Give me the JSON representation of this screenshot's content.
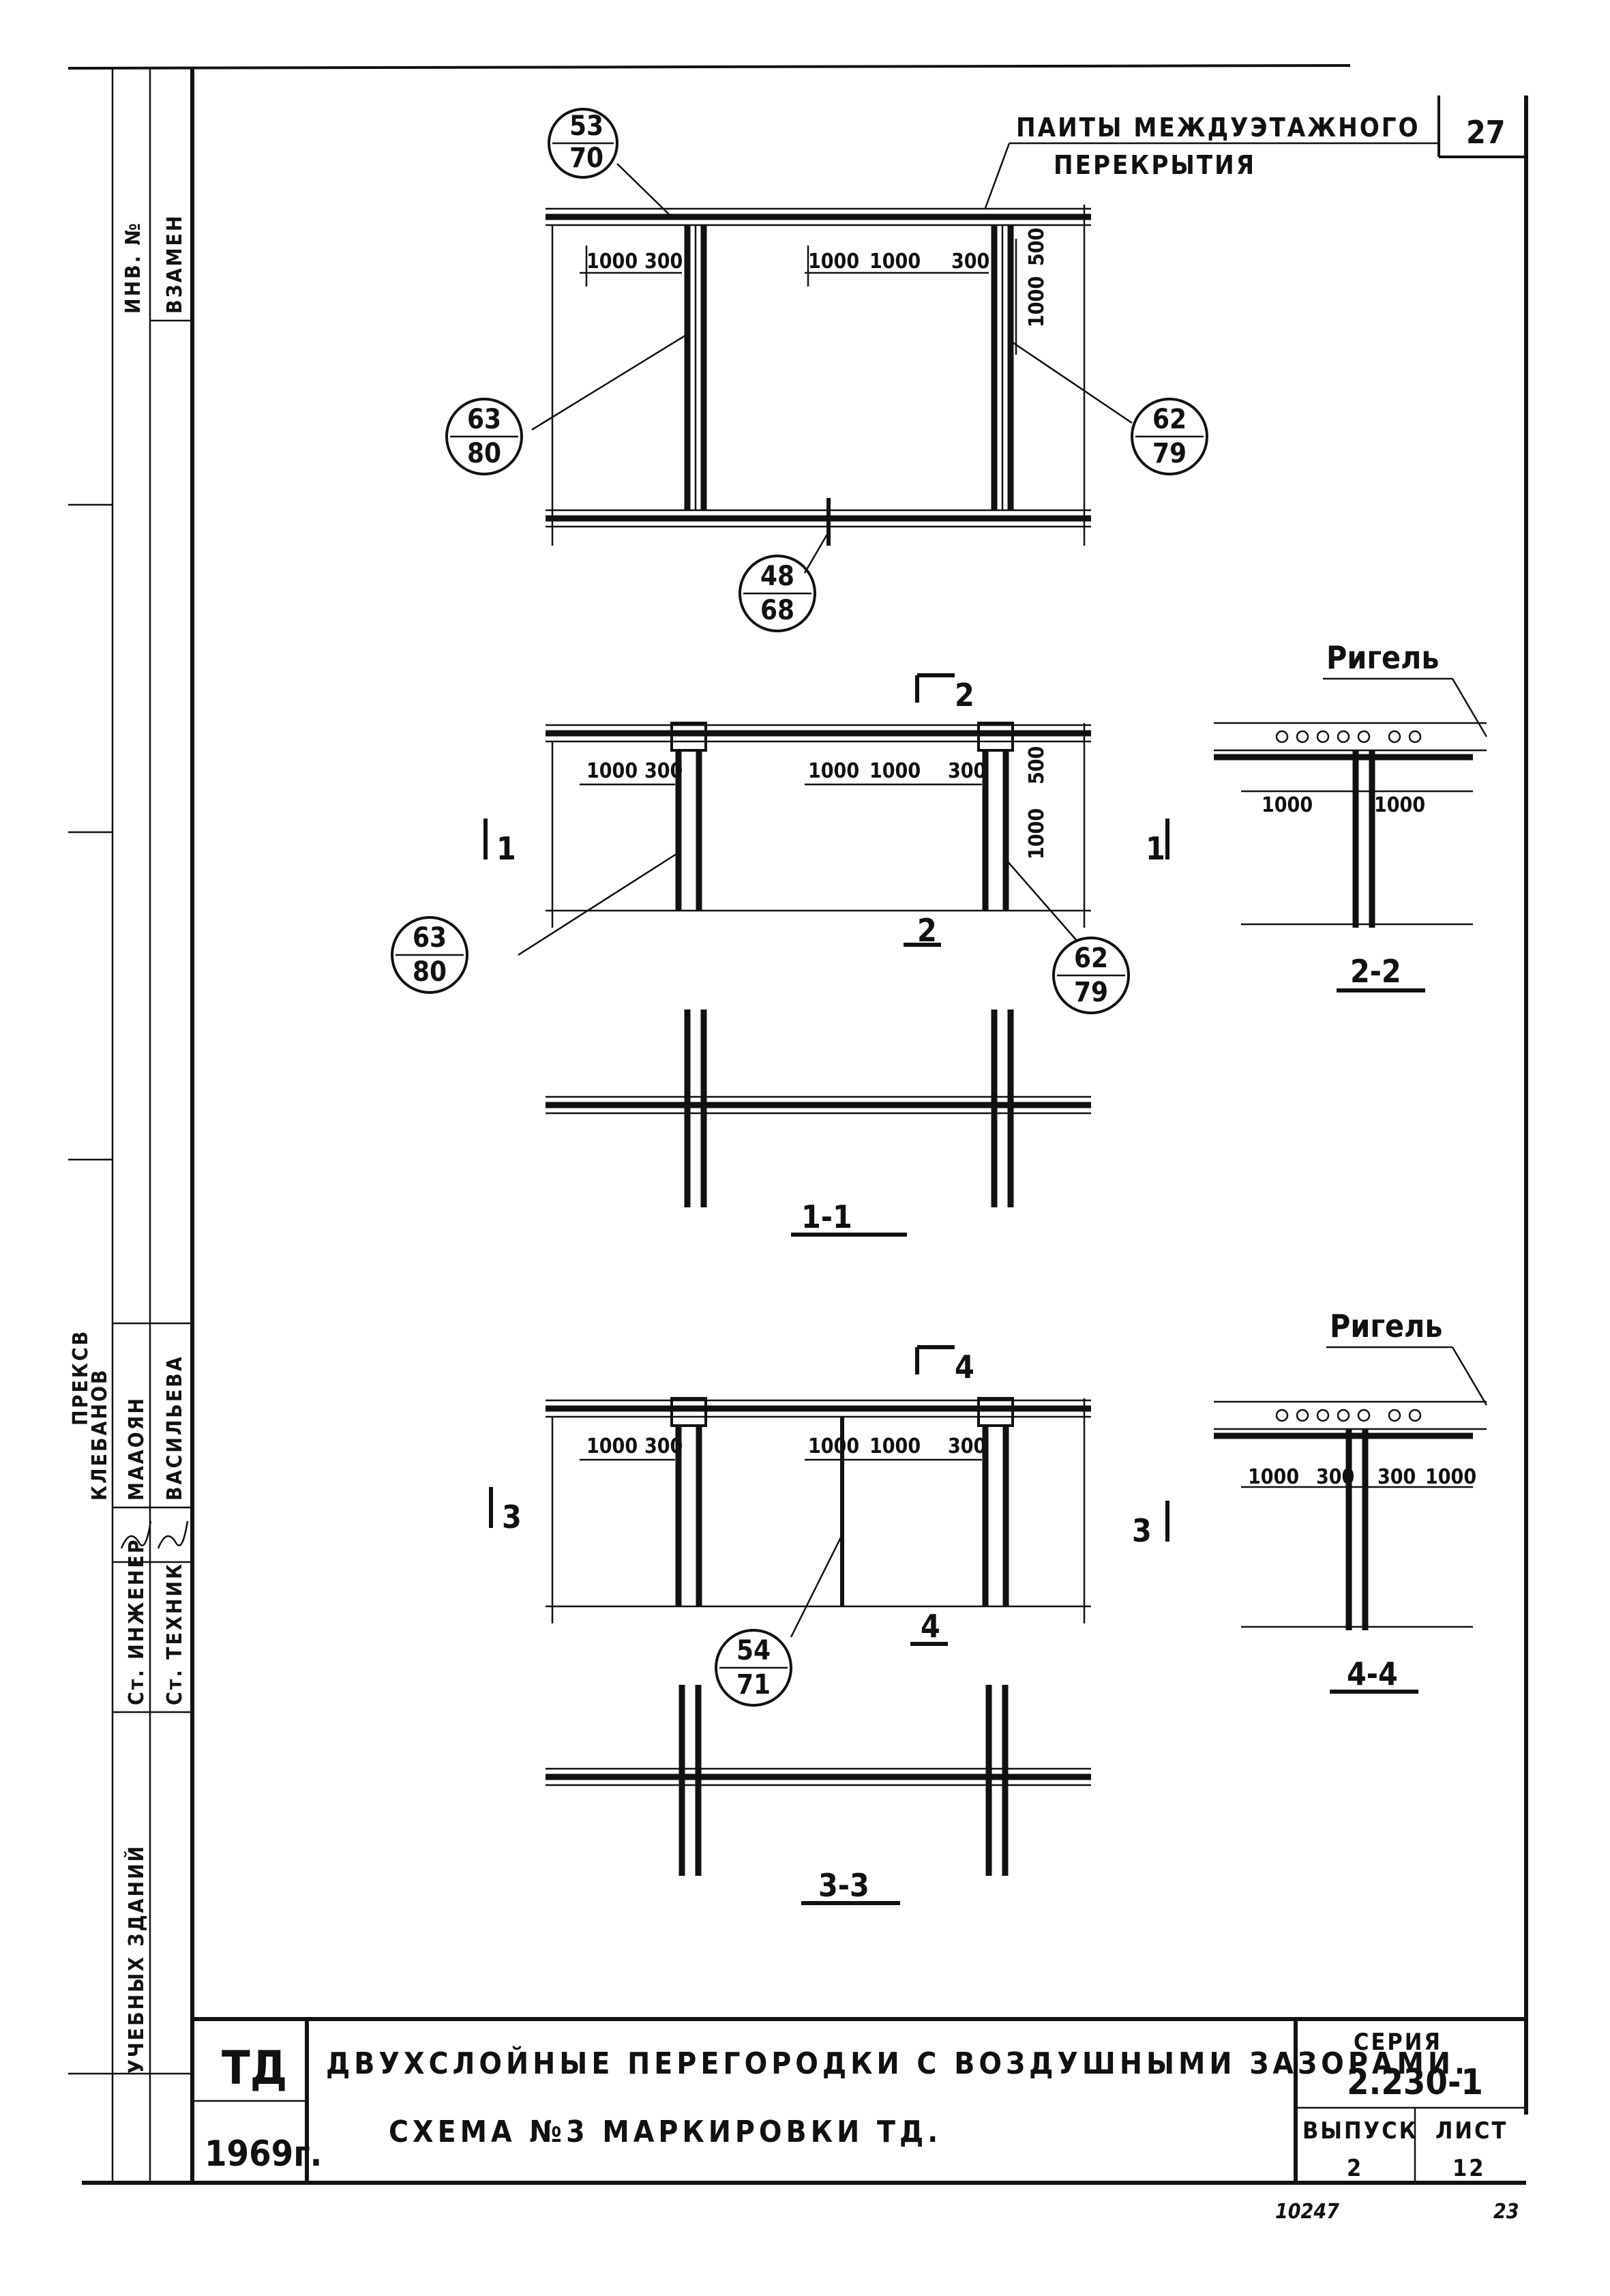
{
  "sheet": {
    "corner_number": "27",
    "bottom_number_left": "10247",
    "bottom_number_right": "23"
  },
  "plan_top": {
    "slab_label_line1": "ПАИТЫ МЕЖДУЭТАЖНОГО",
    "slab_label_line2": "ПЕРЕКРЫТИЯ",
    "marks": [
      {
        "top": "53",
        "bottom": "70"
      },
      {
        "top": "63",
        "bottom": "80"
      },
      {
        "top": "62",
        "bottom": "79"
      },
      {
        "top": "48",
        "bottom": "68"
      }
    ],
    "dims": [
      "1000",
      "300",
      "1000",
      "1000",
      "300",
      "500",
      "1000"
    ]
  },
  "plan_mid": {
    "cut_labels": [
      "2",
      "1",
      "1",
      "2"
    ],
    "marks": [
      {
        "top": "63",
        "bottom": "80"
      },
      {
        "top": "62",
        "bottom": "79"
      }
    ],
    "dims": [
      "1000",
      "300",
      "1000",
      "1000",
      "300",
      "500",
      "1000"
    ]
  },
  "section_1_1": {
    "title": "1-1"
  },
  "section_2_2": {
    "title": "2-2",
    "beam_label": "Ригель",
    "dims": [
      "1000",
      "1000"
    ]
  },
  "plan_low": {
    "cut_labels": [
      "4",
      "3",
      "3",
      "4"
    ],
    "marks": [
      {
        "top": "54",
        "bottom": "71"
      }
    ],
    "dims": [
      "1000",
      "300",
      "1000",
      "1000",
      "300"
    ]
  },
  "section_3_3": {
    "title": "3-3"
  },
  "section_4_4": {
    "title": "4-4",
    "beam_label": "Ригель",
    "dims": [
      "1000",
      "300",
      "300",
      "1000"
    ]
  },
  "side_stamp": {
    "col1": "УЧЕБНЫХ ЗДАНИЙ",
    "col2_top": "ИНВ. №",
    "col3_top": "ВЗАМЕН",
    "roles": [
      "Ст. ИНЖЕНЕР",
      "Ст. ТЕХНИК"
    ],
    "names": [
      "КЛЕБАНОВ",
      "ПРЕКСВ",
      "МААОЯН",
      "ВАСИЛЬЕВА"
    ]
  },
  "title_block": {
    "code": "ТД",
    "year": "1969г.",
    "title_line1": "ДВУХСЛОЙНЫЕ ПЕРЕГОРОДКИ С ВОЗДУШНЫМИ ЗАЗОРАМИ.",
    "title_line2": "СХЕМА №3 МАРКИРОВКИ ТД.",
    "series_label": "СЕРИЯ",
    "series_value": "2.230-1",
    "issue_label": "ВЫПУСК",
    "issue_value": "2",
    "sheet_label": "ЛИСТ",
    "sheet_value": "12"
  }
}
